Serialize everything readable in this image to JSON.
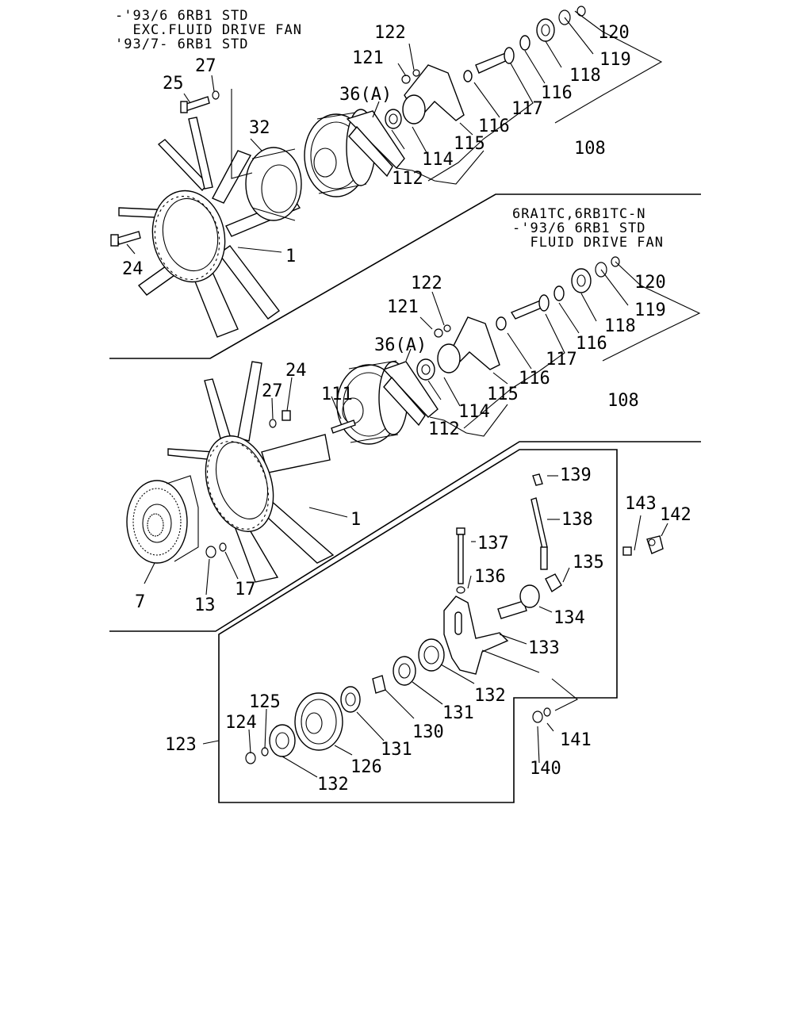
{
  "sections": {
    "top": {
      "header": [
        "-'93/6 6RB1 STD",
        "  EXC.FLUID DRIVE FAN",
        "'93/7- 6RB1 STD"
      ]
    },
    "middle": {
      "header": [
        "6RA1TC,6RB1TC-N",
        "-'93/6 6RB1 STD",
        "  FLUID DRIVE FAN"
      ]
    }
  },
  "callouts": {
    "top": [
      "120",
      "119",
      "118",
      "116",
      "117",
      "116",
      "108",
      "122",
      "121",
      "36(A)",
      "115",
      "114",
      "112",
      "32",
      "27",
      "25",
      "24",
      "1"
    ],
    "middle": [
      "122",
      "121",
      "120",
      "119",
      "118",
      "116",
      "117",
      "116",
      "115",
      "36(A)",
      "111",
      "114",
      "112",
      "108",
      "24",
      "27",
      "1",
      "7",
      "13",
      "17"
    ],
    "bottom": [
      "139",
      "138",
      "137",
      "136",
      "135",
      "134",
      "133",
      "143",
      "142",
      "132",
      "131",
      "130",
      "131",
      "132",
      "126",
      "125",
      "124",
      "123",
      "141",
      "140"
    ]
  },
  "colors": {
    "ink": "#000000",
    "paper": "#ffffff"
  }
}
